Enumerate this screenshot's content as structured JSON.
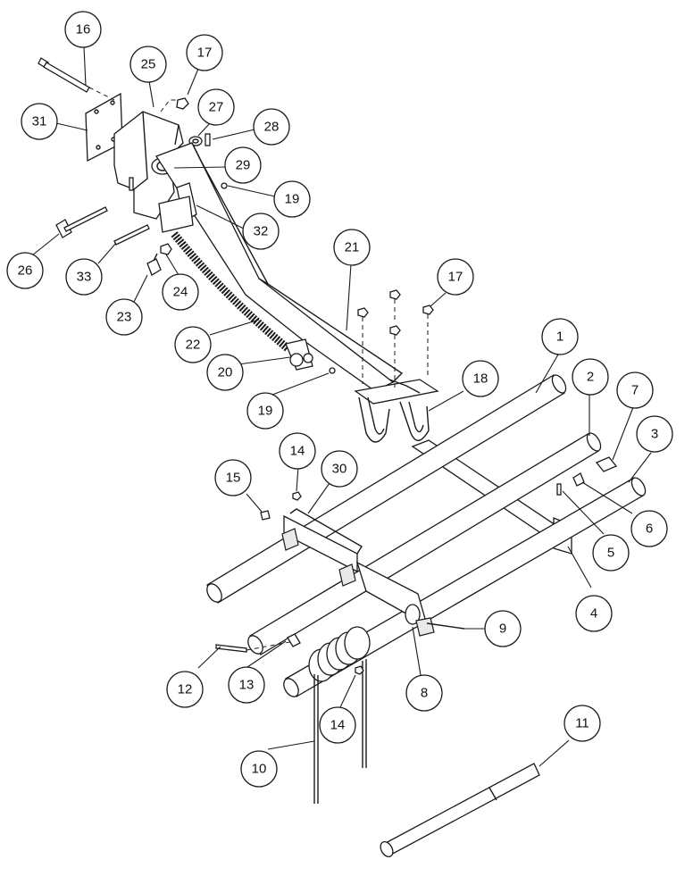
{
  "callouts": [
    {
      "id": "c16",
      "label": "16"
    },
    {
      "id": "c25",
      "label": "25"
    },
    {
      "id": "c17a",
      "label": "17"
    },
    {
      "id": "c31",
      "label": "31"
    },
    {
      "id": "c27",
      "label": "27"
    },
    {
      "id": "c28",
      "label": "28"
    },
    {
      "id": "c29",
      "label": "29"
    },
    {
      "id": "c19a",
      "label": "19"
    },
    {
      "id": "c32",
      "label": "32"
    },
    {
      "id": "c26",
      "label": "26"
    },
    {
      "id": "c33",
      "label": "33"
    },
    {
      "id": "c24",
      "label": "24"
    },
    {
      "id": "c23",
      "label": "23"
    },
    {
      "id": "c21",
      "label": "21"
    },
    {
      "id": "c17b",
      "label": "17"
    },
    {
      "id": "c22",
      "label": "22"
    },
    {
      "id": "c20",
      "label": "20"
    },
    {
      "id": "c18",
      "label": "18"
    },
    {
      "id": "c19b",
      "label": "19"
    },
    {
      "id": "c1",
      "label": "1"
    },
    {
      "id": "c2",
      "label": "2"
    },
    {
      "id": "c7",
      "label": "7"
    },
    {
      "id": "c3",
      "label": "3"
    },
    {
      "id": "c14a",
      "label": "14"
    },
    {
      "id": "c30",
      "label": "30"
    },
    {
      "id": "c15",
      "label": "15"
    },
    {
      "id": "c6",
      "label": "6"
    },
    {
      "id": "c5",
      "label": "5"
    },
    {
      "id": "c4",
      "label": "4"
    },
    {
      "id": "c9",
      "label": "9"
    },
    {
      "id": "c12",
      "label": "12"
    },
    {
      "id": "c13",
      "label": "13"
    },
    {
      "id": "c8",
      "label": "8"
    },
    {
      "id": "c14b",
      "label": "14"
    },
    {
      "id": "c10",
      "label": "10"
    },
    {
      "id": "c11",
      "label": "11"
    }
  ]
}
